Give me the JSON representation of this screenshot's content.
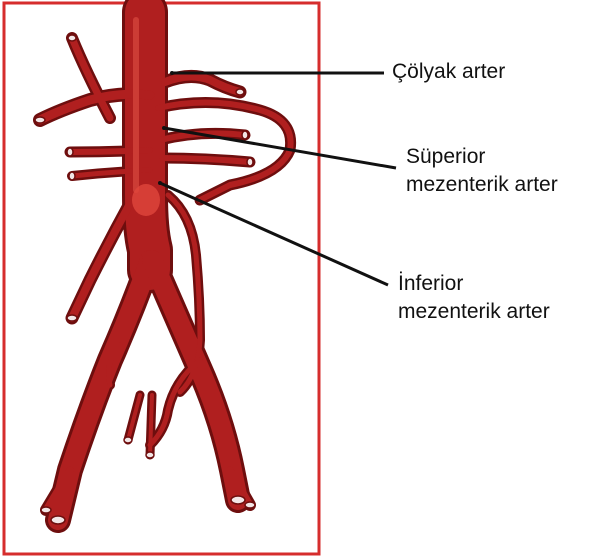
{
  "colors": {
    "frame": "#d62d2d",
    "artery": "#b01f1f",
    "artery_dark": "#7a1010",
    "artery_light": "#d8483f",
    "leader": "#111111"
  },
  "labels": {
    "celiac": {
      "line1": "Çölyak arter"
    },
    "sma": {
      "line1": "Süperior",
      "line2": "mezenterik arter"
    },
    "ima": {
      "line1": "İnferior",
      "line2": "mezenterik arter"
    }
  }
}
